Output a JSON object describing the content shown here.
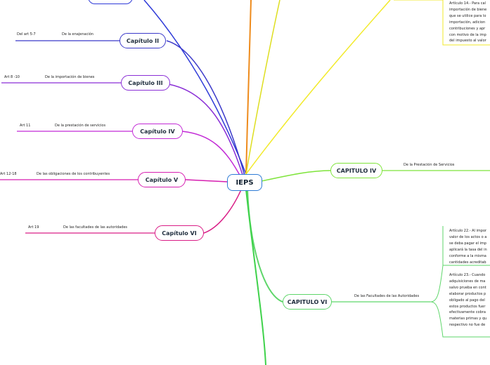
{
  "central": {
    "title": "IEPS"
  },
  "left_branches": [
    {
      "chapter": "Capítulo II",
      "topic": "De la enajenación",
      "articles": "Del art 5-7",
      "color": "#3b39c9"
    },
    {
      "chapter": "Capítulo III",
      "topic": "De la importación de bienes",
      "articles": "Art 8 -10",
      "color": "#8a2fd6"
    },
    {
      "chapter": "Capítulo IV",
      "topic": "De la prestación de servicios",
      "articles": "Art 11",
      "color": "#c22ad6"
    },
    {
      "chapter": "Capítulo V",
      "topic": "De las obligaciones de los contribuyentes",
      "articles": "Art 12-18",
      "color": "#d61fb0"
    },
    {
      "chapter": "Capítulo VI",
      "topic": "De las facultades de las autoridades",
      "articles": "Art 19",
      "color": "#d91d86"
    }
  ],
  "right_branches": [
    {
      "chapter": "CAPITULO IV",
      "topic": "De la Prestación de Servicios",
      "color": "#7ee43a"
    },
    {
      "chapter": "CAPITULO VI",
      "topic": "De las Facultades de las Autoridades",
      "color": "#5ed66a"
    }
  ],
  "notes": {
    "art14": "Artículo 14.- Para cal\nimportación de biene\nque se utilice para lo\nimportación, adicion\ncontribuciones y apr\ncon motivo de la imp\ndel impuesto al valor",
    "art22": "Artículo 22.- Al impor\nvalor de los actos o a\nse deba pagar el imp\naplicará la tasa del in\nconforme a la misma\ncantidades acreditab",
    "art23": "Artículo 23.- Cuando\nadquisiciones de ma\nsalvo prueba en cont\nelaborar productos p\nobligado al pago del\nestos productos fuer\nefectivamente cobra\nmaterias primas y qu\nrespectivo no fue de"
  }
}
